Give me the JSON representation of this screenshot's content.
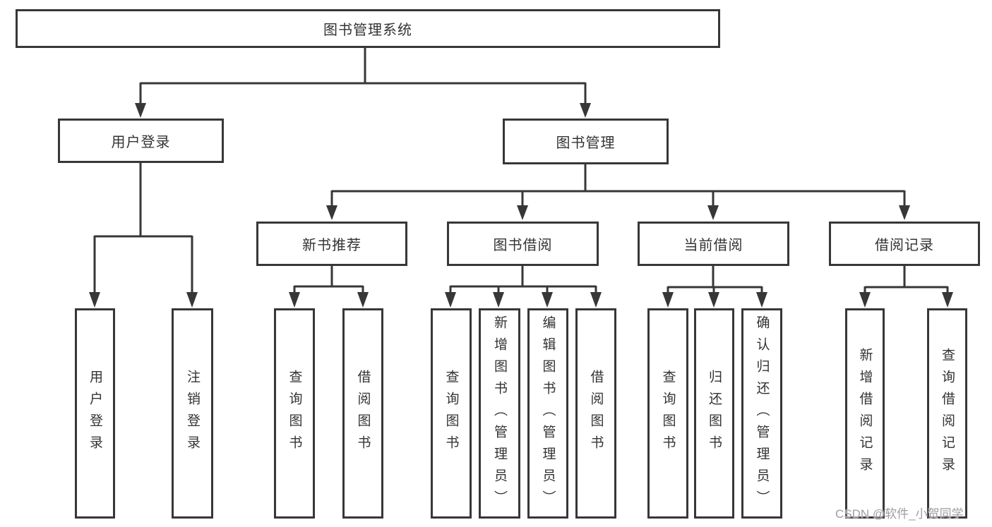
{
  "colors": {
    "line": "#373737",
    "box_border": "#373737",
    "box_fill": "#ffffff",
    "text": "#333333",
    "background": "#ffffff",
    "watermark_text": "#9e9e9e"
  },
  "watermark": {
    "text": "CSDN @软件_小贺同学"
  },
  "tree": {
    "label": "图书管理系统",
    "children": [
      {
        "label": "用户登录",
        "children": [
          {
            "label": "用户登录"
          },
          {
            "label": "注销登录"
          }
        ]
      },
      {
        "label": "图书管理",
        "children": [
          {
            "label": "新书推荐",
            "children": [
              {
                "label": "查询图书"
              },
              {
                "label": "借阅图书"
              }
            ]
          },
          {
            "label": "图书借阅",
            "children": [
              {
                "label": "查询图书"
              },
              {
                "label": "新增图书（管理员）"
              },
              {
                "label": "编辑图书（管理员）"
              },
              {
                "label": "借阅图书"
              }
            ]
          },
          {
            "label": "当前借阅",
            "children": [
              {
                "label": "查询图书"
              },
              {
                "label": "归还图书"
              },
              {
                "label": "确认归还（管理员）"
              }
            ]
          },
          {
            "label": "借阅记录",
            "children": [
              {
                "label": "新增借阅记录"
              },
              {
                "label": "查询借阅记录"
              }
            ]
          }
        ]
      }
    ]
  }
}
